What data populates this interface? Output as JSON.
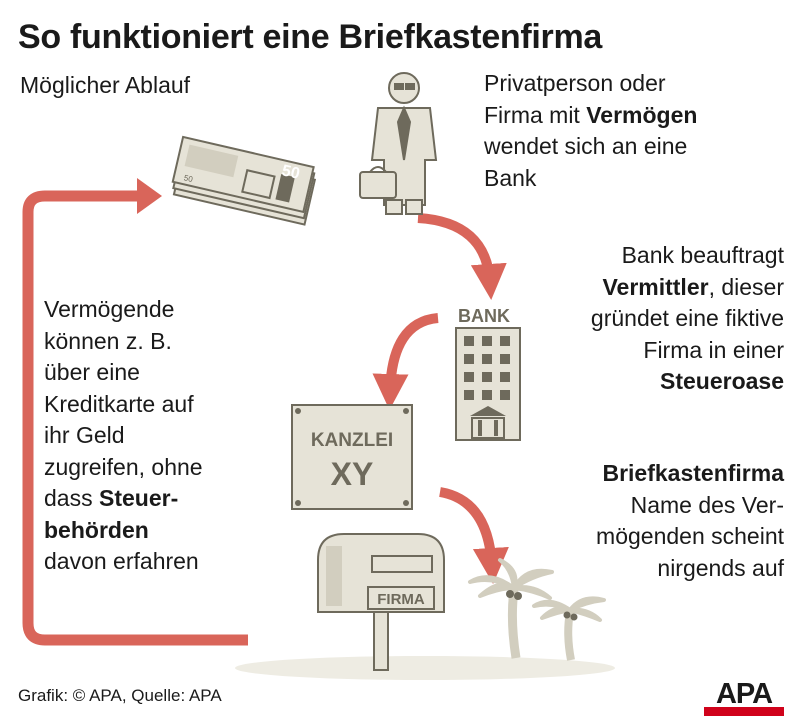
{
  "title": "So funktioniert eine Briefkastenfirma",
  "subtitle": "Möglicher Ablauf",
  "steps": {
    "person": {
      "line1": "Privatperson oder",
      "line2_pre": "Firma mit ",
      "line2_bold": "Vermögen",
      "line3": "wendet sich an eine",
      "line4": "Bank"
    },
    "bank": {
      "line1": "Bank beauftragt",
      "line2_bold": "Vermittler",
      "line2_post": ", dieser",
      "line3": "gründet eine fiktive",
      "line4": "Firma in einer",
      "line5_bold": "Steueroase"
    },
    "firma": {
      "line1_bold": "Briefkastenfirma",
      "line2": "Name des Ver-",
      "line3": "mögenden scheint",
      "line4": "nirgends auf"
    },
    "vermoegende": {
      "line1": "Vermögende",
      "line2": "können z. B.",
      "line3": "über eine",
      "line4": "Kreditkarte auf",
      "line5": "ihr Geld",
      "line6": "zugreifen, ohne",
      "line7_pre": "dass ",
      "line7_bold": "Steuer-",
      "line8_bold": "behörden",
      "line9": "davon erfahren"
    }
  },
  "labels": {
    "money": "50",
    "money_small": "50",
    "bank": "BANK",
    "kanzlei": "KANZLEI",
    "xy": "XY",
    "firma": "FIRMA"
  },
  "footer": "Grafik: © APA, Quelle: APA",
  "logo": "APA",
  "colors": {
    "arrow": "#d9655a",
    "icon_fill": "#e6e3d7",
    "icon_stroke": "#6e6a5c",
    "logo_red": "#d0021b"
  }
}
